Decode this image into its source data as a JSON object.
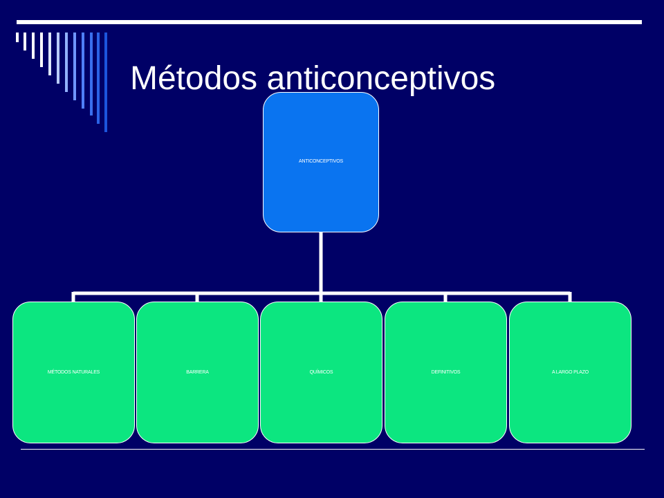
{
  "slide": {
    "title": "Métodos anticonceptivos",
    "colors": {
      "background": "#000066",
      "root_fill": "#0a74f0",
      "child_fill": "#0ce680",
      "lines": "#ffffff"
    }
  },
  "diagram": {
    "root": {
      "label": "ANTICONCEPTIVOS"
    },
    "children": [
      {
        "label": "MÉTODOS NATURALES"
      },
      {
        "label": "BARRERA"
      },
      {
        "label": "QUÍMICOS"
      },
      {
        "label": "DEFINITIVOS"
      },
      {
        "label": "A LARGO  PLAZO"
      }
    ]
  }
}
